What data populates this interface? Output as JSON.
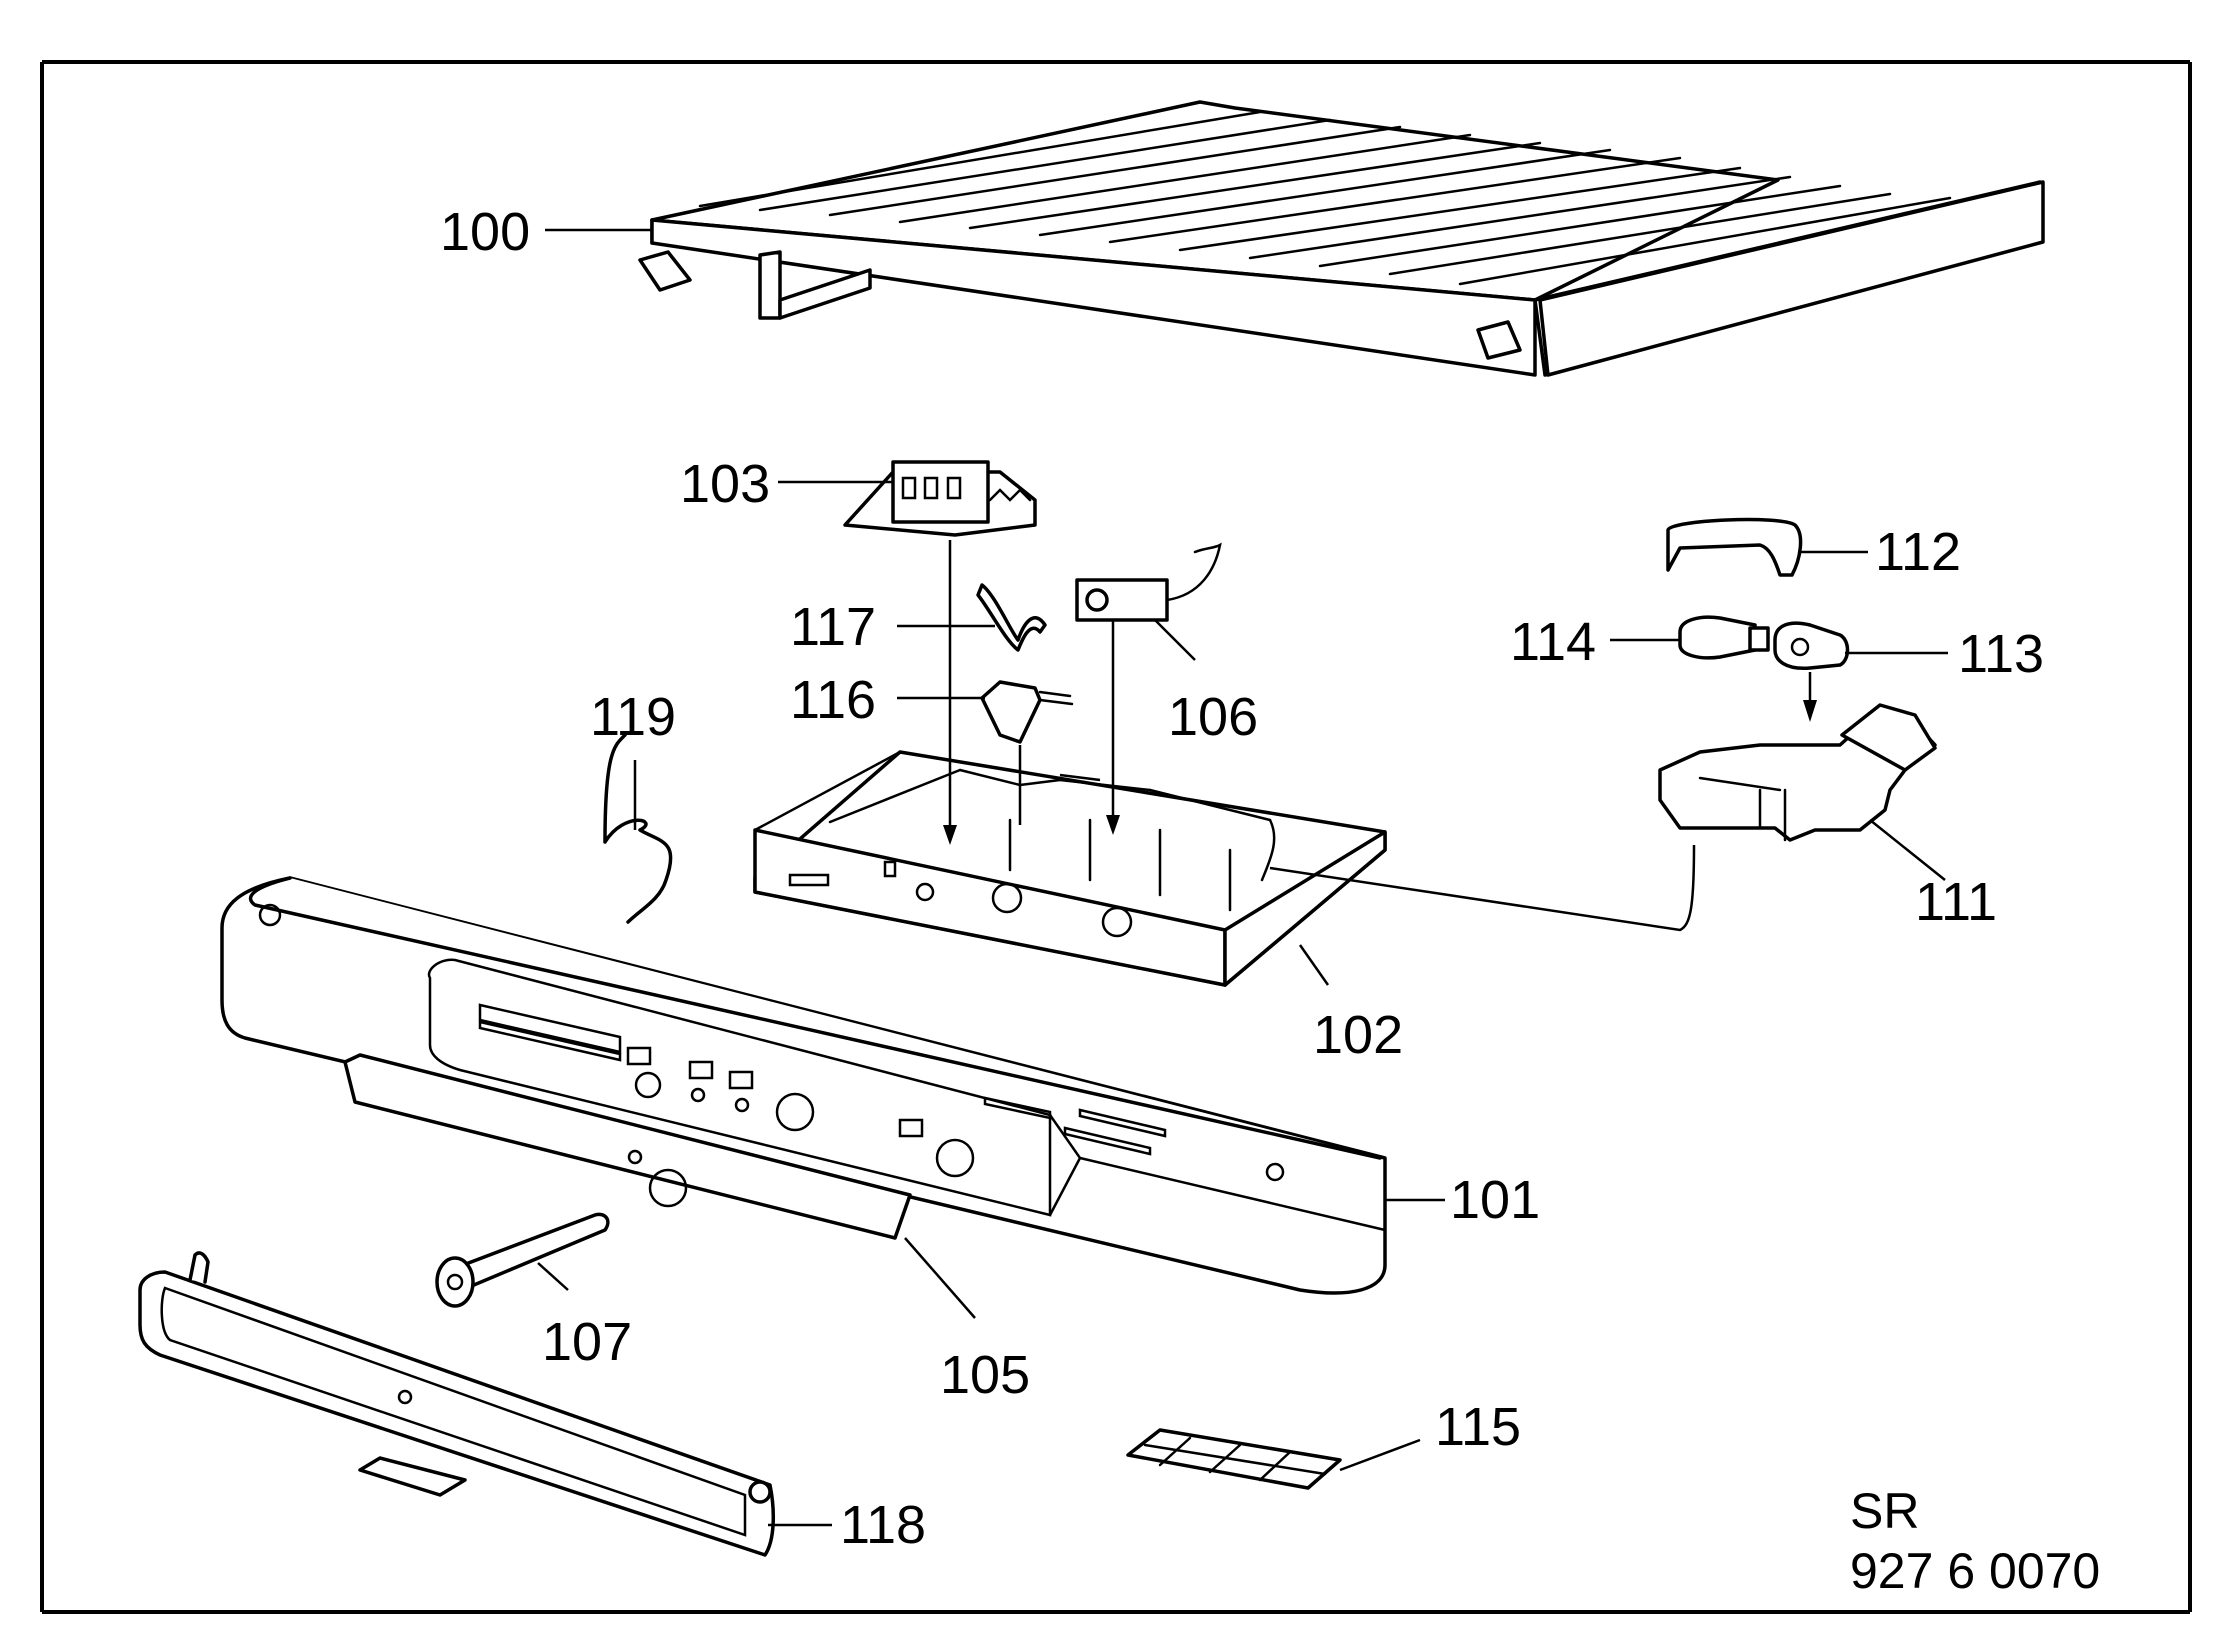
{
  "callouts": [
    {
      "id": "100",
      "label": "100"
    },
    {
      "id": "101",
      "label": "101"
    },
    {
      "id": "102",
      "label": "102"
    },
    {
      "id": "103",
      "label": "103"
    },
    {
      "id": "105",
      "label": "105"
    },
    {
      "id": "106",
      "label": "106"
    },
    {
      "id": "107",
      "label": "107"
    },
    {
      "id": "111",
      "label": "111"
    },
    {
      "id": "112",
      "label": "112"
    },
    {
      "id": "113",
      "label": "113"
    },
    {
      "id": "114",
      "label": "114"
    },
    {
      "id": "115",
      "label": "115"
    },
    {
      "id": "116",
      "label": "116"
    },
    {
      "id": "117",
      "label": "117"
    },
    {
      "id": "118",
      "label": "118"
    },
    {
      "id": "119",
      "label": "119"
    }
  ],
  "footer": {
    "code": "SR",
    "number": "927 6 0070"
  }
}
